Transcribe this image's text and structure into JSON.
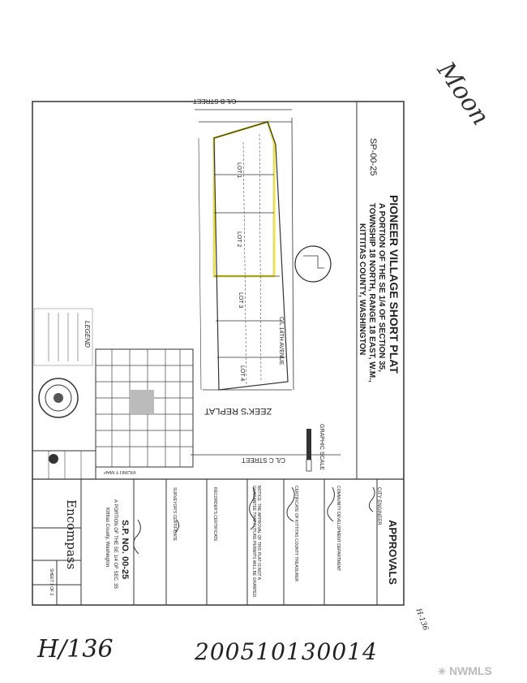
{
  "handwritten": {
    "moon": "Moon",
    "page_ref": "H/136",
    "recording_number": "200510130014",
    "margin_ref": "H-136"
  },
  "title_block": {
    "sheet_id": "SP-00-25",
    "title": "PIONEER VILLAGE SHORT PLAT",
    "line1": "A PORTION OF THE SE 1/4 OF SECTION 35,",
    "line2": "TOWNSHIP 18 NORTH, RANGE 18 EAST, W.M.,",
    "line3": "KITTITAS COUNTY, WASHINGTON"
  },
  "plat_labels": {
    "street_top": "C/L B STREET",
    "street_bottom": "C/L C STREET",
    "avenue": "C/L 14TH AVENUE",
    "replat": "ZEEK'S REPLAT",
    "graphic_scale": "GRAPHIC SCALE",
    "lot1": "LOT 1",
    "lot2": "LOT 2",
    "lot3": "LOT 3",
    "lot4": "LOT 4",
    "legend": "LEGEND",
    "vicinity": "VICINITY MAP"
  },
  "approvals": {
    "heading": "APPROVALS",
    "city_engineer": "CITY ENGINEER",
    "community_dev": "COMMUNITY DEVELOPMENT DEPARTMENT",
    "treasurer": "CERTIFICATE OF KITTITAS COUNTY TREASURER",
    "note": "NOTICE: THE APPROVAL OF THIS PLAT IS NOT A GUARANTEE THAT FUTURE PERMITS WILL BE GRANTED.",
    "auditor": "RECORDER'S CERTIFICATE",
    "surveyor": "SURVEYOR'S CERTIFICATE"
  },
  "footer_block": {
    "plat_no": "S.P. NO. 00-25",
    "desc1": "A PORTION OF THE SE 1/4 OF SEC. 35",
    "desc2": "Kittitas County, Washington",
    "company": "Encompass",
    "sheet": "SHEET 1 OF 2"
  },
  "watermark": "NWMLS",
  "colors": {
    "highlight": "#e6e05a",
    "ink": "#333333",
    "paper": "#ffffff"
  }
}
